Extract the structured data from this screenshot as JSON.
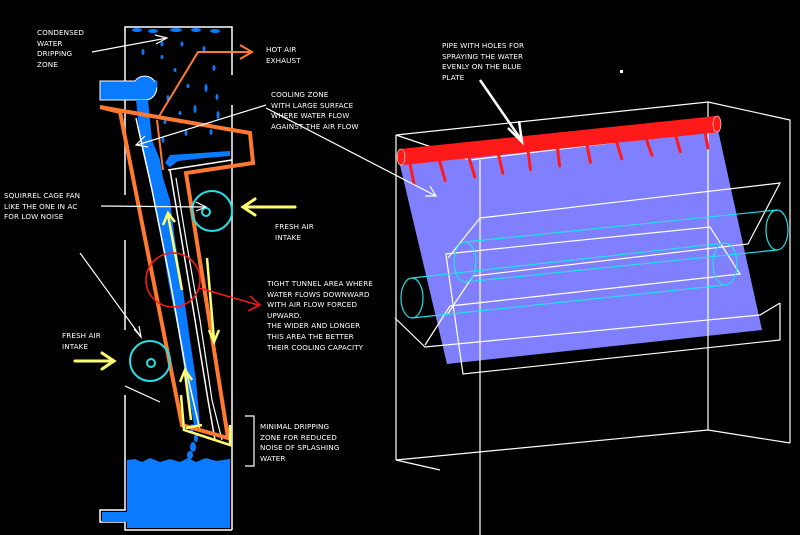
{
  "colors": {
    "background": "#000000",
    "water": "#0a7aff",
    "duct": "#ff7a30",
    "airflow": "#ffff70",
    "fan": "#22e0e8",
    "callout": "#ff1a1a",
    "pipe": "#ff1a1a",
    "plate": "#8080ff",
    "outline": "#ffffff"
  },
  "left_diagram": {
    "labels": {
      "condensed_water": "CONDENSED\nWATER\nDRIPPING\nZONE",
      "hot_air_exhaust": "HOT AIR\nEXHAUST",
      "cooling_zone": "COOLING ZONE\nWITH LARGE SURFACE\nWHERE WATER FLOW\nAGAINST THE AIR FLOW",
      "squirrel_fan": "SQUIRREL CAGE FAN\nLIKE THE ONE IN AC\nFOR LOW NOISE",
      "fresh_air_right": "FRESH AIR\nINTAKE",
      "fresh_air_left": "FRESH AIR\nINTAKE",
      "tight_tunnel": "TIGHT TUNNEL AREA WHERE\nWATER FLOWS DOWNWARD\nWITH AIR FLOW FORCED\nUPWARD.\nTHE WIDER AND LONGER\nTHIS AREA THE BETTER\nTHEIR COOLING CAPACITY",
      "minimal_dripping": "MINIMAL DRIPPING\nZONE FOR REDUCED\nNOISE OF SPLASHING\nWATER"
    }
  },
  "right_diagram": {
    "labels": {
      "pipe": "PIPE WITH HOLES FOR\nSPRAYING THE WATER\nEVENLY ON THE BLUE\nPLATE"
    },
    "spray_nozzle_count": 11
  }
}
